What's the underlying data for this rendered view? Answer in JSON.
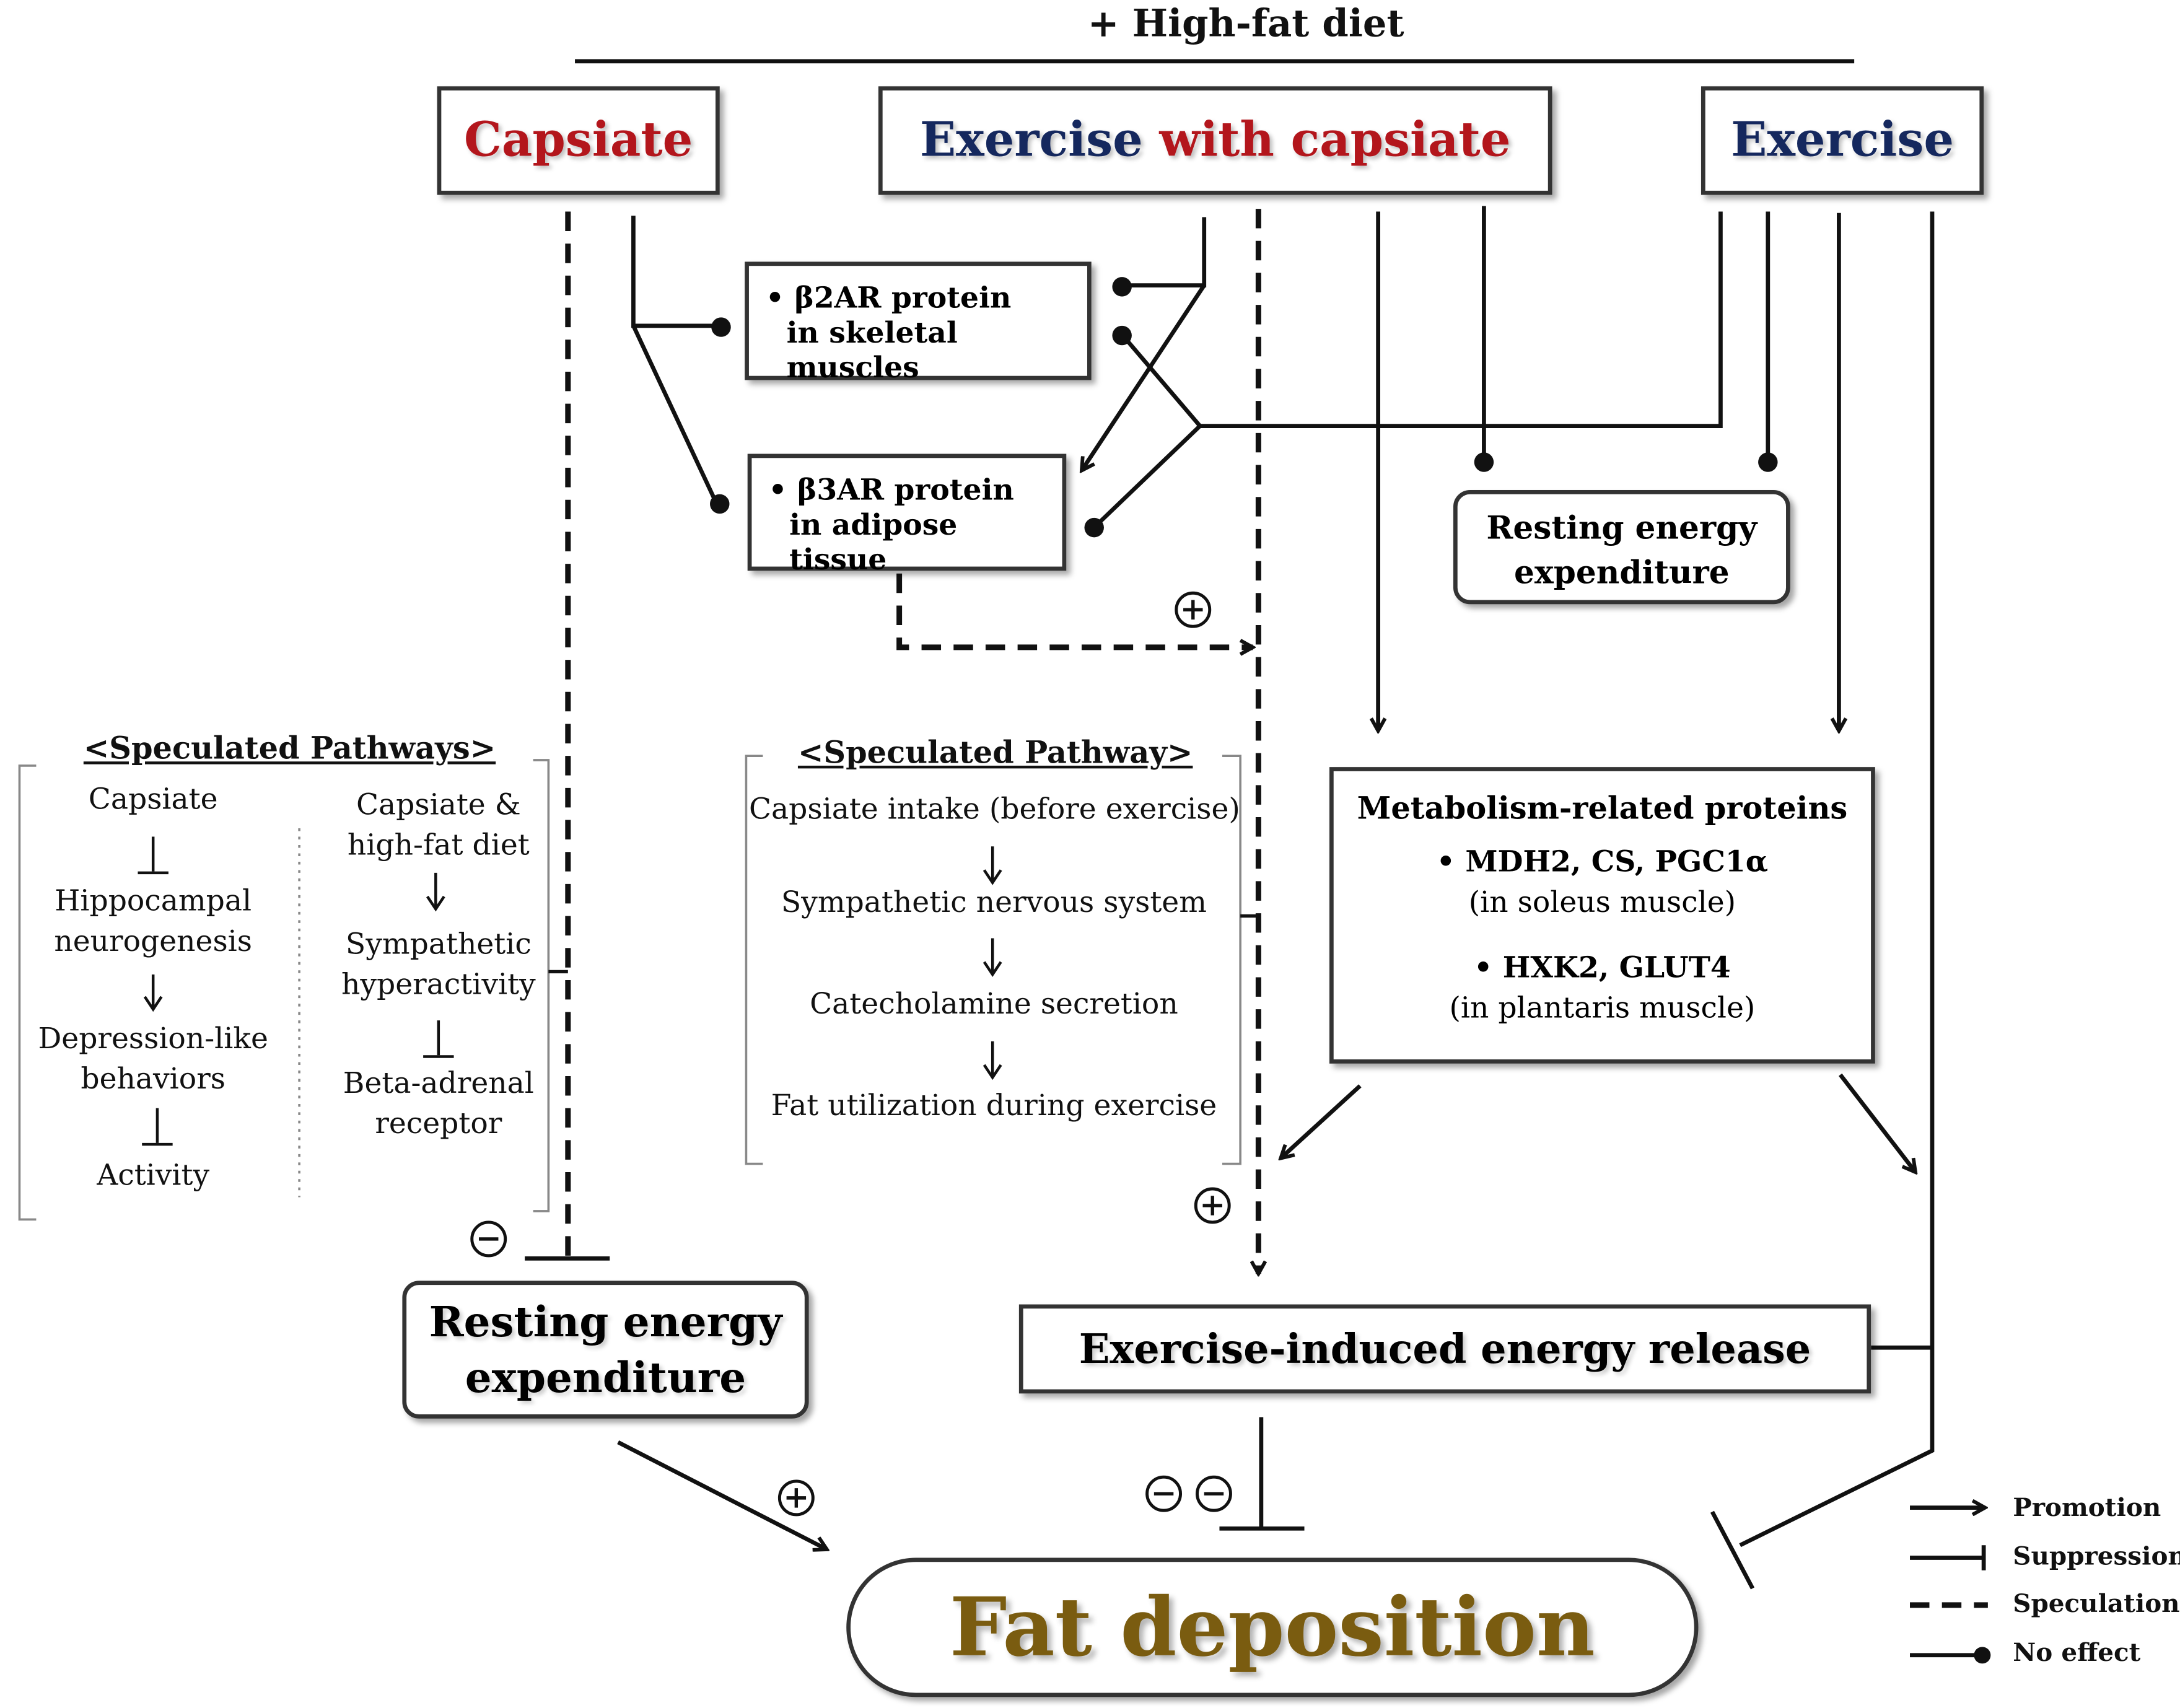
{
  "top_label": "+ High-fat diet",
  "headers": {
    "capsiate": "Capsiate",
    "combo_exercise": "Exercise",
    "combo_with_capsiate": "with capsiate",
    "exercise": "Exercise"
  },
  "b2ar": [
    "• β2AR protein",
    "in skeletal muscles"
  ],
  "b3ar": [
    "• β3AR protein",
    "in adipose tissue"
  ],
  "resting_small": [
    "Resting energy",
    "expenditure"
  ],
  "metabolism": {
    "title": "Metabolism-related proteins",
    "item1": "• MDH2, CS, PGC1α",
    "item1_sub": "(in soleus muscle)",
    "item2": "• HXK2, GLUT4",
    "item2_sub": "(in plantaris muscle)"
  },
  "speculated_left": {
    "title": "<Speculated Pathways>",
    "col1": [
      "Capsiate",
      "Hippocampal",
      "neurogenesis",
      "Depression-like",
      "behaviors",
      "Activity"
    ],
    "col2": [
      "Capsiate &",
      "high-fat diet",
      "Sympathetic",
      "hyperactivity",
      "Beta-adrenal",
      "receptor"
    ]
  },
  "speculated_mid": {
    "title": "<Speculated Pathway>",
    "steps": [
      "Capsiate intake (before exercise)",
      "Sympathetic nervous system",
      "Catecholamine secretion",
      "Fat utilization during exercise"
    ]
  },
  "resting_big": [
    "Resting energy",
    "expenditure"
  ],
  "exercise_release": "Exercise-induced energy release",
  "fat_deposition": "Fat deposition",
  "legend": [
    "Promotion",
    "Suppression",
    "Speculation",
    "No effect"
  ],
  "colors": {
    "navy": "#15285e",
    "red": "#b3161c",
    "fat": "#7a5c10"
  }
}
